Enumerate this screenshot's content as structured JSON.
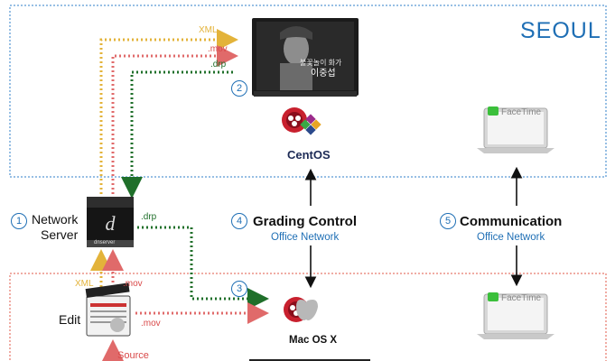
{
  "diagram": {
    "region_label": "SEOUL",
    "network_server": {
      "step": "1",
      "label_line1": "Network",
      "label_line2": "Server",
      "device_text": "dnserver"
    },
    "monitor": {
      "step": "2",
      "caption_line1": "불꽃놀이 화가",
      "caption_line2": "이중섭"
    },
    "grading_control": {
      "step": "4",
      "title": "Grading Control",
      "subtitle": "Office Network"
    },
    "communication": {
      "step": "5",
      "title": "Communication",
      "subtitle": "Office Network"
    },
    "mac": {
      "step": "3",
      "label": "Mac OS X"
    },
    "centos_label": "CentOS",
    "edit_label": "Edit",
    "source_label": "Source",
    "facetime_top": "FaceTime",
    "facetime_bottom": "FaceTime",
    "flows": {
      "xml_top": "XML",
      "mov_top": ".mov",
      "drp_top": ".drp",
      "drp_mid": ".drp",
      "xml_edit": "XML",
      "mov_edit_up": ".mov",
      "mov_edit_right": ".mov"
    },
    "colors": {
      "box_blue": "#2f7fc8",
      "box_red": "#e05a4a",
      "xml": "#e3b33a",
      "mov": "#e06a6a",
      "drp": "#1f6f2a",
      "accent": "#1f6fb5"
    }
  }
}
